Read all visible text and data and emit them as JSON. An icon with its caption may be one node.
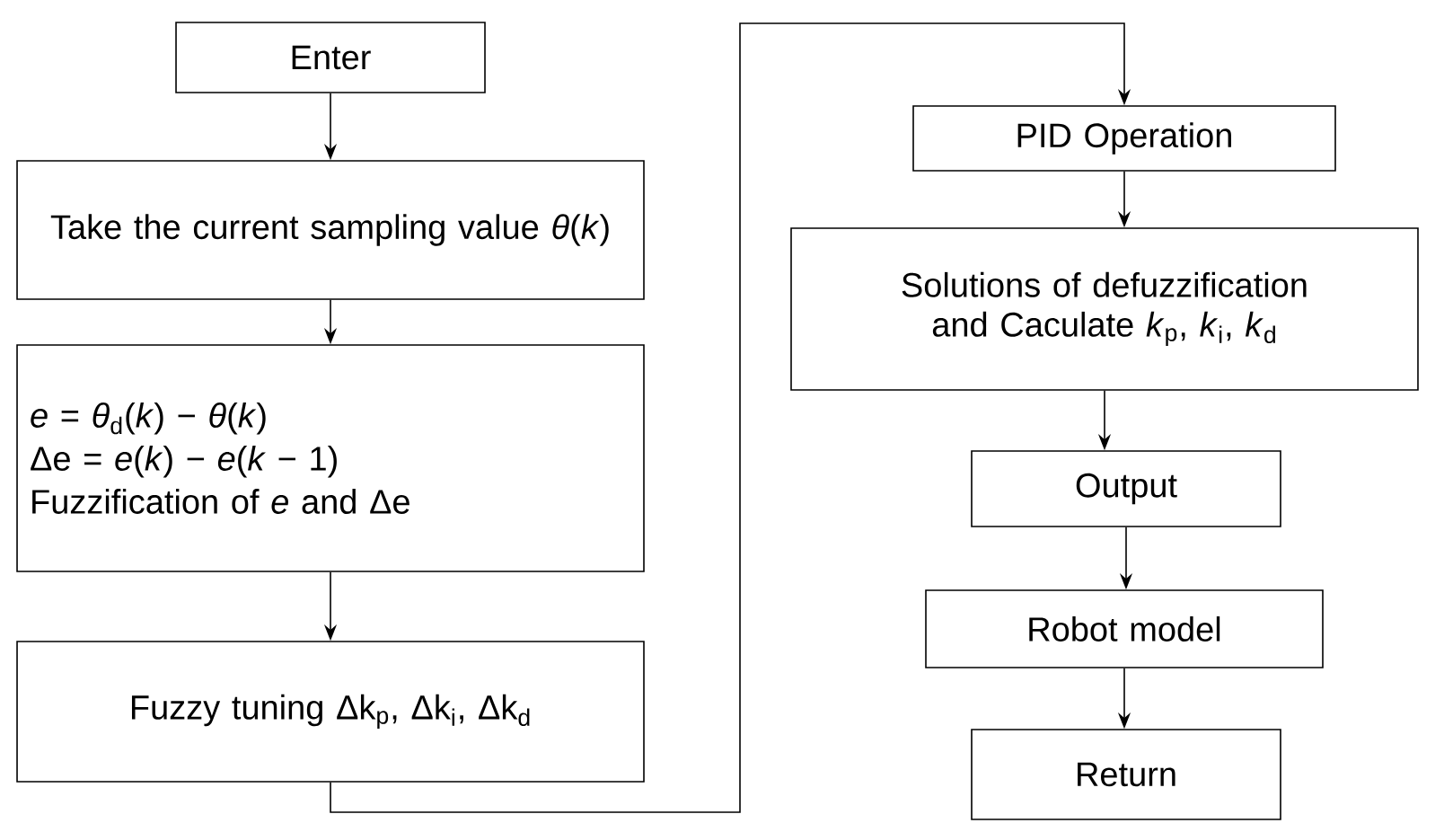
{
  "diagram": {
    "nodes": [
      {
        "text": [
          "Enter"
        ]
      },
      {
        "text": [
          "Take the current sampling value *θ*(*k*)"
        ]
      },
      {
        "text": [
          "*e* = *θ*$_{d}$(*k*) − *θ*(*k*)",
          "Δe = *e*(*k*) − *e*(*k* − 1)",
          "Fuzzification of *e* and Δe"
        ]
      },
      {
        "text": [
          "Fuzzy tuning Δk$_{p}$, Δk$_{i}$, Δk$_{d}$"
        ]
      },
      {
        "text": [
          "PID Operation"
        ]
      },
      {
        "text": [
          "Solutions of defuzzification and Caculate *k*$_{p}$, *k*$_{i}$, *k*$_{d}$"
        ]
      },
      {
        "text": [
          "Output"
        ]
      },
      {
        "text": [
          "Robot model"
        ]
      },
      {
        "text": [
          "Return"
        ]
      }
    ],
    "edges": [
      {
        "from": 0,
        "to": 1,
        "arrow": "to"
      },
      {
        "from": 1,
        "to": 2,
        "arrow": "to"
      },
      {
        "from": 2,
        "to": 3,
        "arrow": "to"
      },
      {
        "from": 3,
        "to": 4,
        "arrow": "to"
      },
      {
        "from": 4,
        "to": 5,
        "arrow": "to"
      },
      {
        "from": 5,
        "to": 6,
        "arrow": "to"
      },
      {
        "from": 6,
        "to": 7,
        "arrow": "to"
      },
      {
        "from": 7,
        "to": 8,
        "arrow": "to"
      }
    ]
  }
}
